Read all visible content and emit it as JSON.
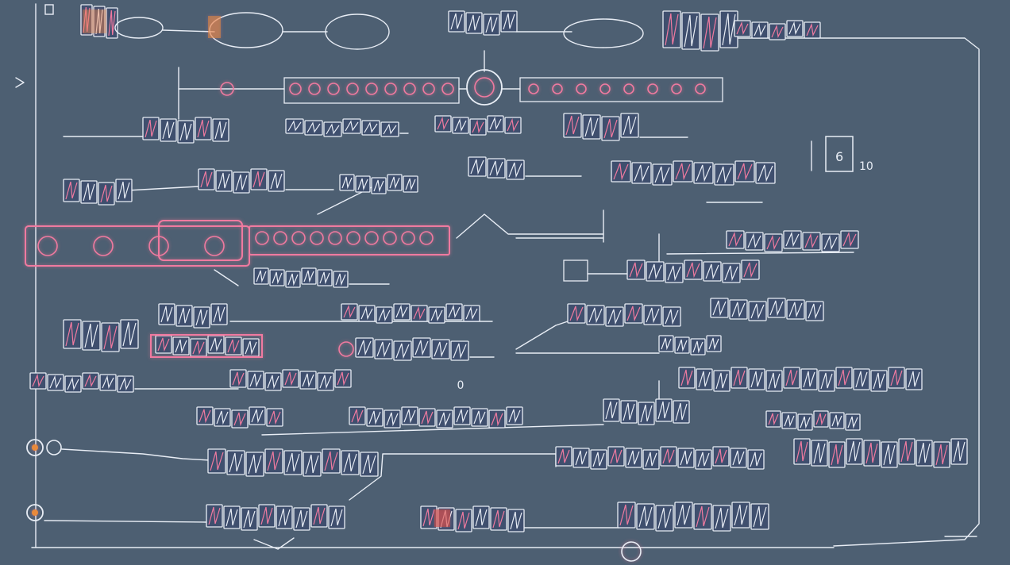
{
  "canvas": {
    "background": "#4d5f72",
    "line_color": "#e8edf5",
    "box_fill": "#3f4f6e",
    "accent_pink": "#f07aa0",
    "accent_orange": "#e88a3c",
    "accent_red": "#d9473d"
  },
  "legend": {
    "right_box_label": "6",
    "right_box_suffix": "10",
    "center_marker": "0"
  },
  "elements": {
    "top_left_marker_icon": "square-icon",
    "side_arrow_icon": "chevron-right-icon",
    "hub_icon": "circle-node-icon",
    "bottom_left_nodes_icon": "ring-node-icon"
  }
}
